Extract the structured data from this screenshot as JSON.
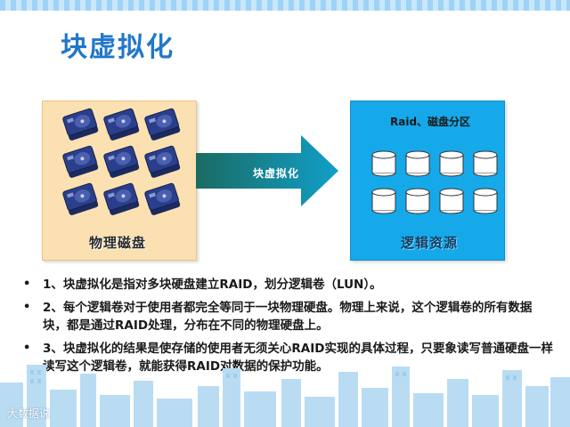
{
  "title": "块虚拟化",
  "physical": {
    "label": "物理磁盘",
    "disk_count": 9
  },
  "arrow": {
    "label": "块虚拟化"
  },
  "logical": {
    "top_label": "Raid、磁盘分区",
    "label": "逻辑资源",
    "volume_count": 8
  },
  "bullets": [
    {
      "marker": "•",
      "text": "1、块虚拟化是指对多块硬盘建立RAID，划分逻辑卷（LUN）。"
    },
    {
      "marker": "•",
      "text": "2、每个逻辑卷对于使用者都完全等同于一块物理硬盘。物理上来说，这个逻辑卷的所有数据块，都是通过RAID处理，分布在不同的物理硬盘上。"
    },
    {
      "marker": "•",
      "text": "3、块虚拟化的结果是使存储的使用者无须关心RAID实现的具体过程，只要象读写普通硬盘一样读写这个逻辑卷，就能获得RAID对数据的保护功能。"
    }
  ],
  "watermark": "大数据说",
  "colors": {
    "title": "#2277c9",
    "physical_bg": "#fbe0b2",
    "logical_bg": "#16a9ea",
    "arrow_start": "#1a6b63",
    "arrow_end": "#119fc9",
    "disk": "#2a3f8c"
  }
}
